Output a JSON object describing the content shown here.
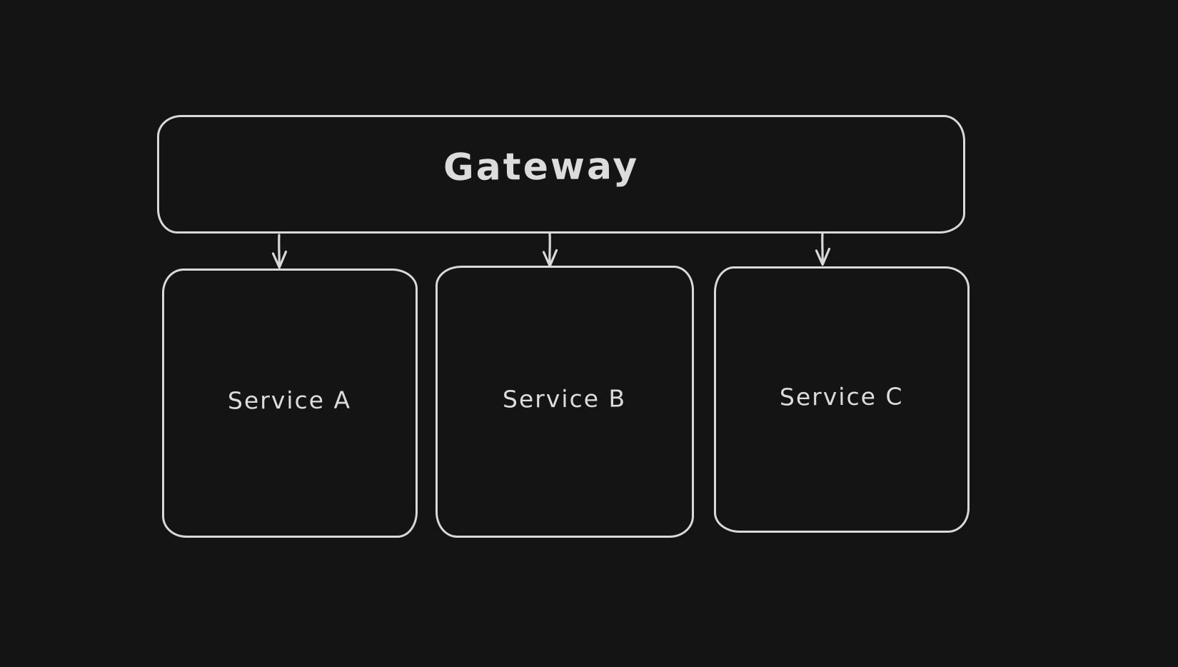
{
  "canvas": {
    "background_color": "#141414",
    "stroke_color": "#d9d9d9",
    "text_color": "#dcdcdc",
    "style": "hand-drawn whiteboard (excalidraw-like), dark theme"
  },
  "diagram": {
    "title_node": {
      "label": "Gateway",
      "shape": "rounded-rectangle"
    },
    "service_nodes": [
      {
        "label": "Service A",
        "shape": "rounded-rectangle"
      },
      {
        "label": "Service B",
        "shape": "rounded-rectangle"
      },
      {
        "label": "Service C",
        "shape": "rounded-rectangle"
      }
    ],
    "edges": [
      {
        "from": "Gateway",
        "to": "Service A",
        "type": "arrow-down"
      },
      {
        "from": "Gateway",
        "to": "Service B",
        "type": "arrow-down"
      },
      {
        "from": "Gateway",
        "to": "Service C",
        "type": "arrow-down"
      }
    ]
  }
}
